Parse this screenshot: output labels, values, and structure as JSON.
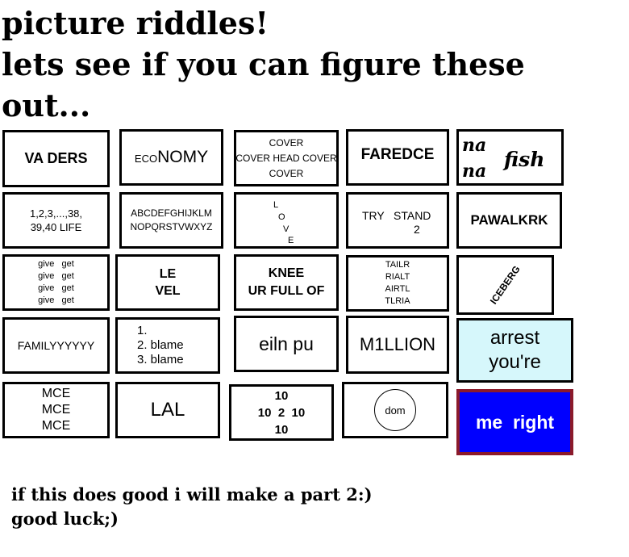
{
  "header": {
    "line1": "picture riddles!",
    "line2": "lets see if you can figure these",
    "line3": "out..."
  },
  "riddles": {
    "r1c1": "VA DERS",
    "r1c2": {
      "small": "ECO",
      "big": "NOMY"
    },
    "r1c3": [
      "COVER",
      "COVER HEAD COVER",
      "COVER"
    ],
    "r1c4": "FAREDCE",
    "r1c5": {
      "na1": "na",
      "na2": "na",
      "fish": "fish"
    },
    "r2c1": [
      "1,2,3,...,38,",
      "39,40 LIFE"
    ],
    "r2c2": [
      "ABCDEFGHIJKLM",
      "NOPQRSTVWXYZ"
    ],
    "r2c3": [
      "L",
      "O",
      "V",
      "E"
    ],
    "r2c4": {
      "try": "TRY",
      "stand": "STAND",
      "two": "2"
    },
    "r2c5": "PAWALKRK",
    "r3c1": [
      "give   get",
      "give   get",
      "give   get",
      "give   get"
    ],
    "r3c2": [
      "LE",
      "VEL"
    ],
    "r3c3": [
      "KNEE",
      "UR FULL OF"
    ],
    "r3c4": [
      "TAILR",
      "RIALT",
      "AIRTL",
      "TLRIA"
    ],
    "r3c5": "ICEBERG",
    "r4c1": "FAMILYYYYYY",
    "r4c2": [
      "1.",
      "2. blame",
      "3. blame"
    ],
    "r4c3": "eiln pu",
    "r4c4": "M1LLION",
    "r4c5": [
      "arrest",
      "you're"
    ],
    "r5c1": [
      "MCE",
      "MCE",
      "MCE"
    ],
    "r5c2": "LAL",
    "r5c3": [
      "10",
      "10  2  10",
      "10"
    ],
    "r5c4": "dom",
    "r5c5": "me  right"
  },
  "footer": {
    "line1": "if this does good i will make a part 2:)",
    "line2": "good luck;)"
  },
  "colors": {
    "arrest_bg": "#d6f7fb",
    "me_right_bg": "#0000ff",
    "me_right_border": "#8b1a2b"
  }
}
